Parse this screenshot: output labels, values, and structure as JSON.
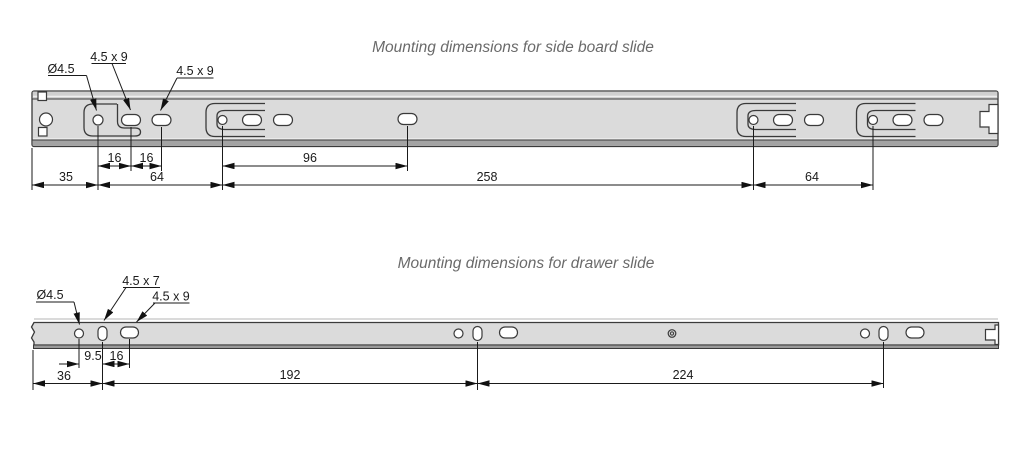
{
  "top_section": {
    "title": "Mounting dimensions for side board slide",
    "callouts": {
      "hole": "Ø4.5",
      "slot_a": "4.5 x 9",
      "slot_b": "4.5 x 9"
    },
    "dims": {
      "d16a": "16",
      "d16b": "16",
      "d96": "96",
      "d35": "35",
      "d64a": "64",
      "d258": "258",
      "d64b": "64"
    }
  },
  "bottom_section": {
    "title": "Mounting dimensions for drawer slide",
    "callouts": {
      "hole": "Ø4.5",
      "slot_a": "4.5 x 7",
      "slot_b": "4.5 x 9"
    },
    "dims": {
      "d9_5": "9.5",
      "d16": "16",
      "d36": "36",
      "d192": "192",
      "d224": "224"
    }
  },
  "colors": {
    "rail_fill": "#dbdbdb",
    "rail_edge": "#3a3a3a",
    "dim_line": "#1a1a1a",
    "title_text": "#6a6a6a"
  }
}
